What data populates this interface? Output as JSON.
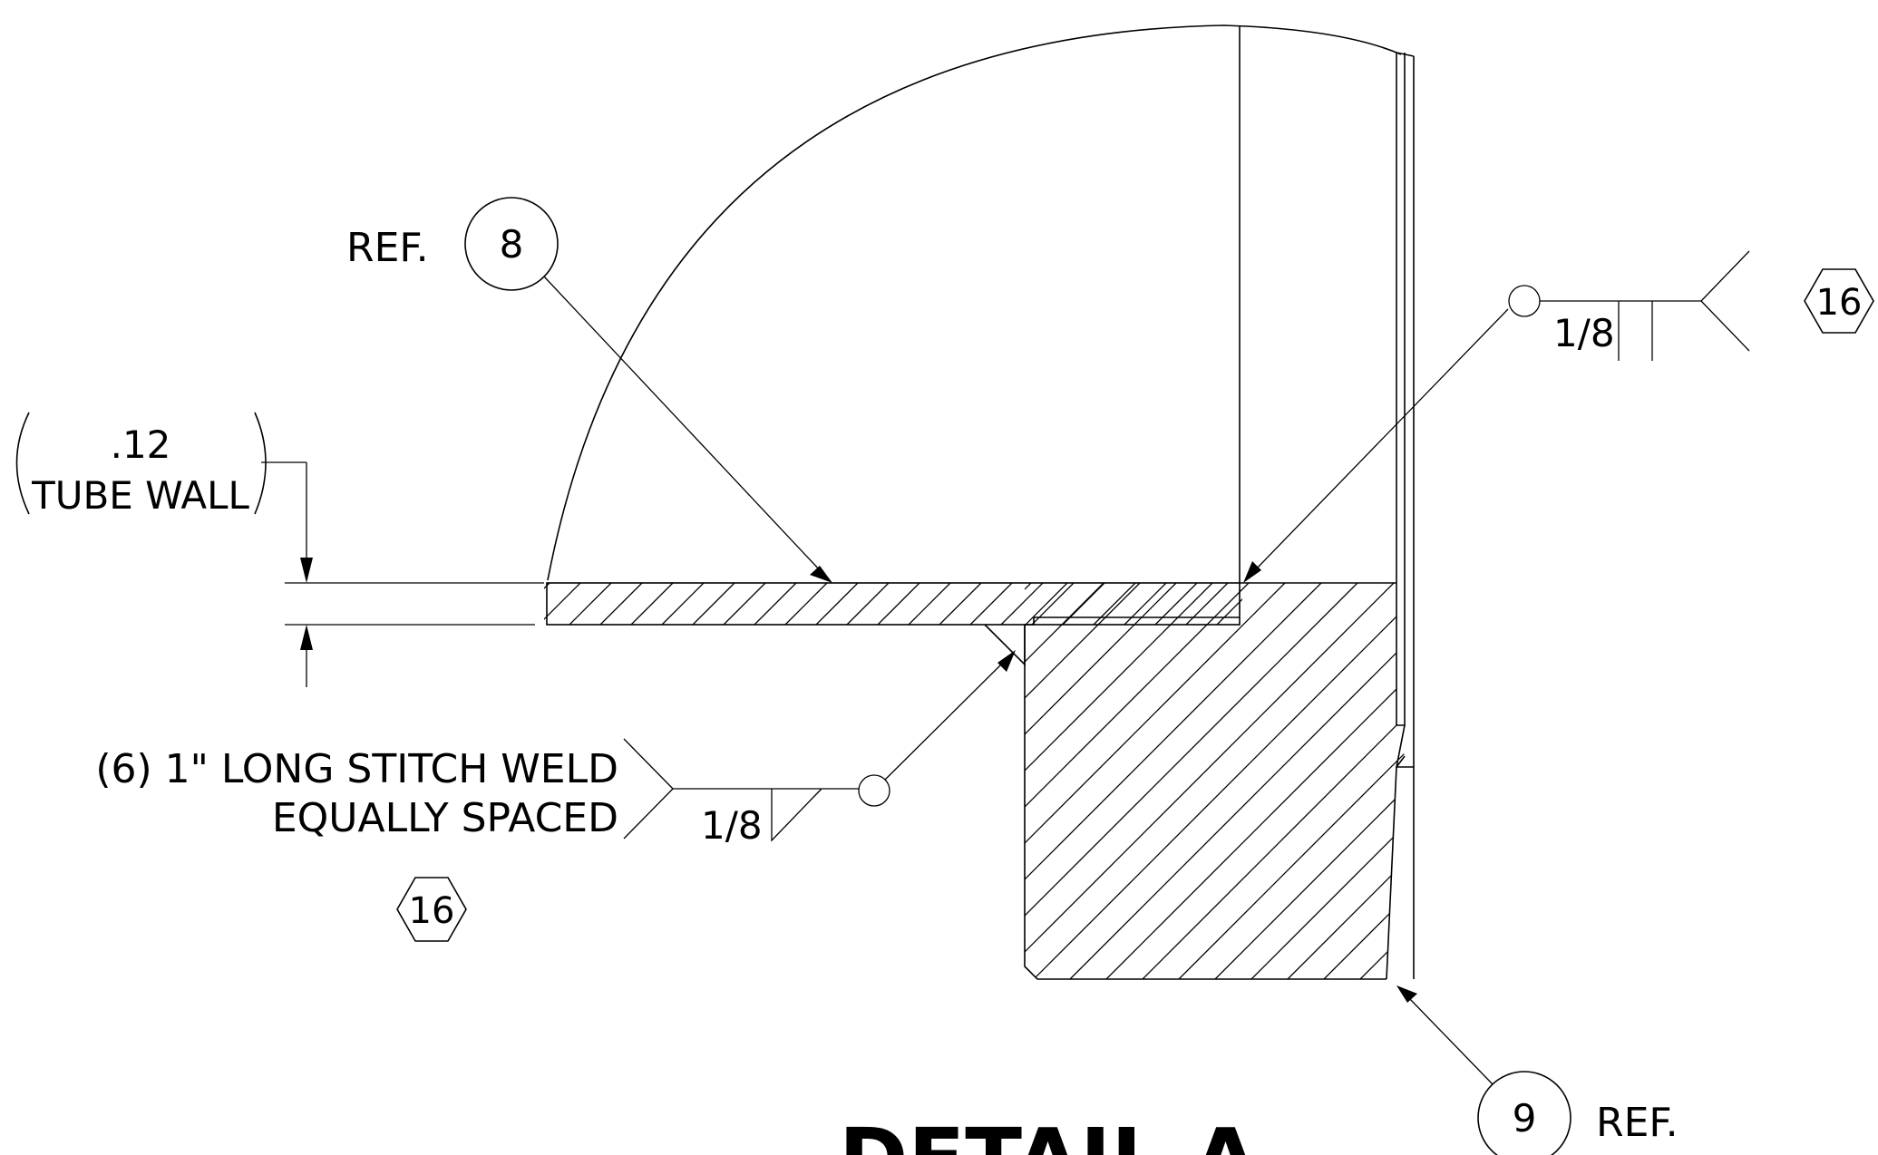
{
  "callouts": {
    "ref8_prefix": "REF.",
    "ref8_number": "8",
    "ref9_number": "9",
    "ref9_suffix": "REF."
  },
  "dimension": {
    "value": ".12",
    "label": "TUBE WALL"
  },
  "weld_top": {
    "size": "1/8",
    "note_symbol": "16"
  },
  "weld_bottom": {
    "note_line1": "(6) 1\" LONG STITCH WELD",
    "note_line2": "EQUALLY SPACED",
    "size": "1/8",
    "note_symbol": "16"
  },
  "view_title": "DETAIL A"
}
